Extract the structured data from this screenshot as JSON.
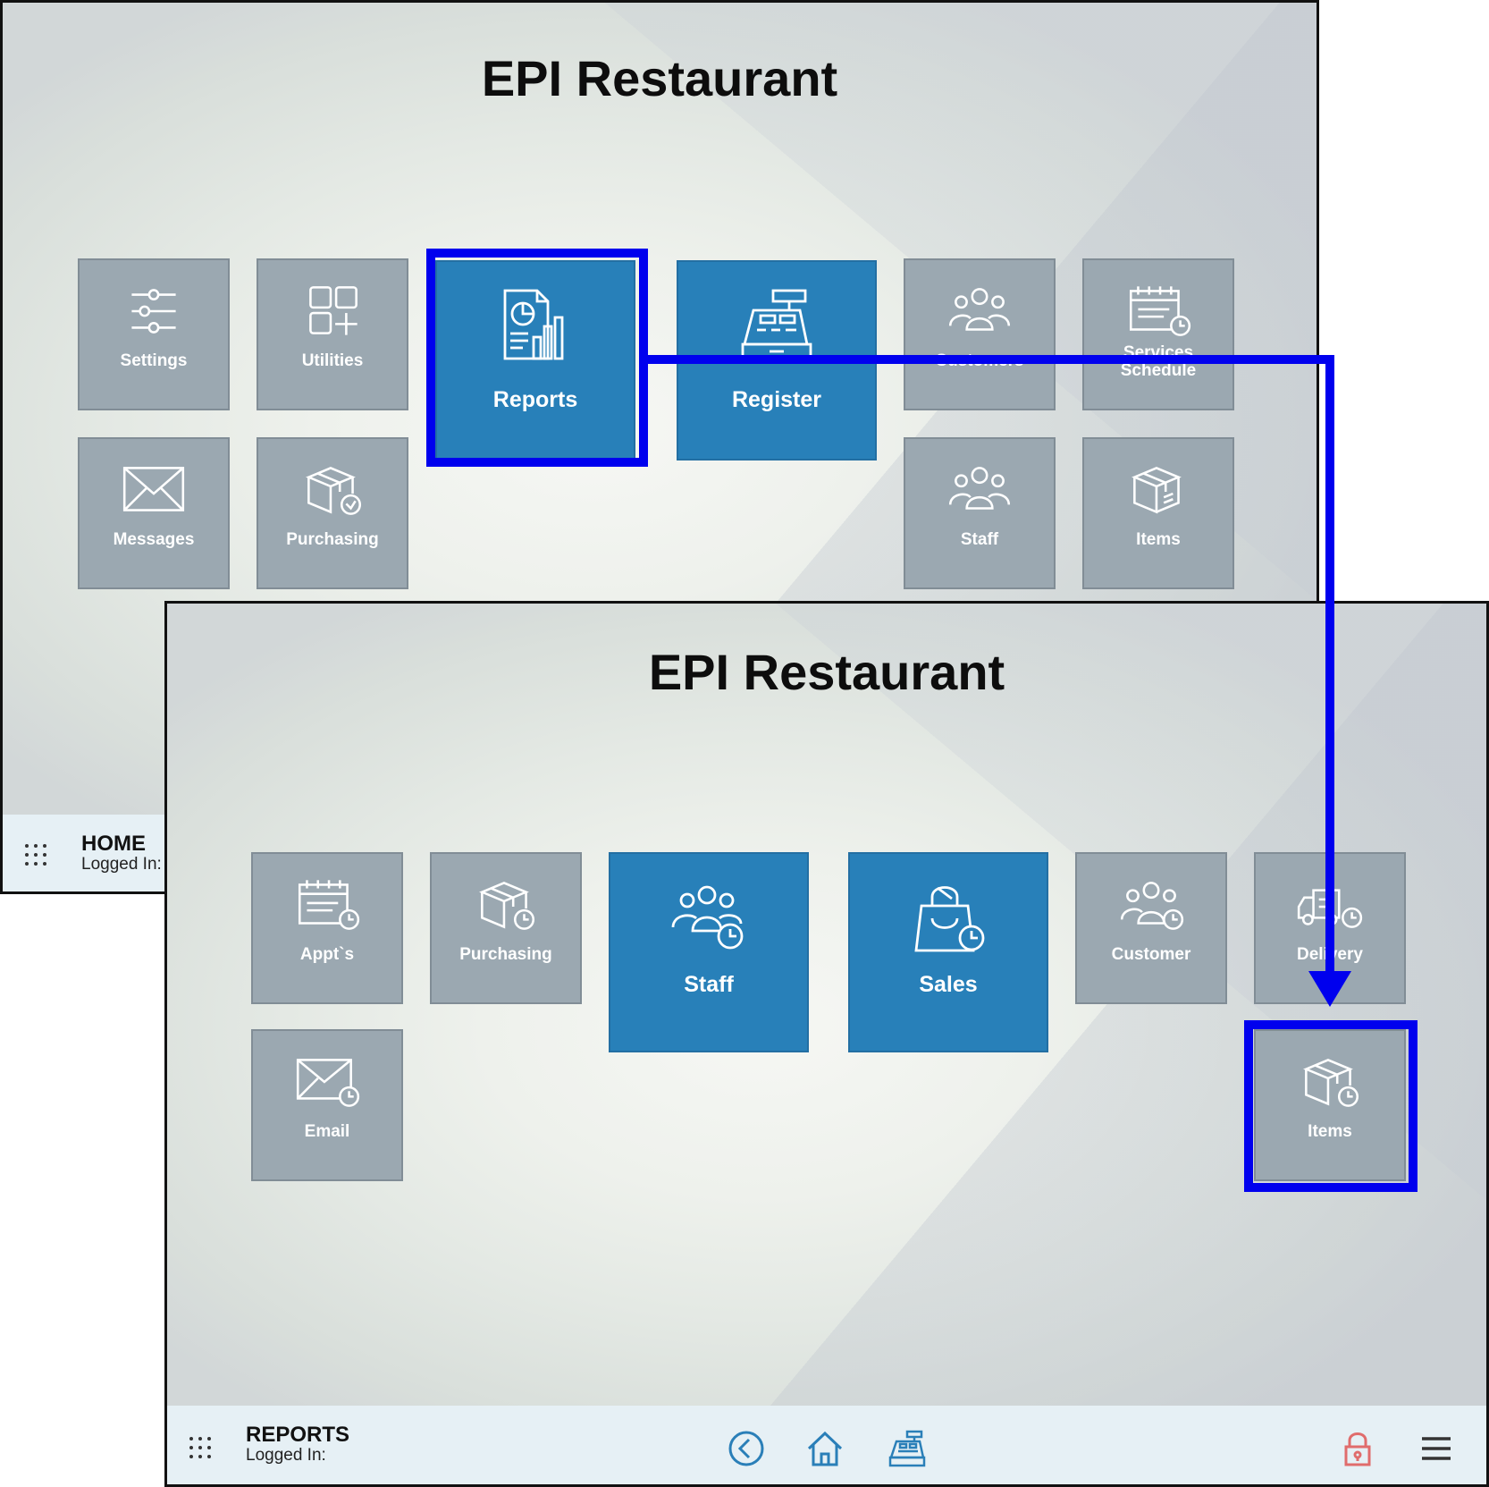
{
  "home": {
    "title": "EPI Restaurant",
    "tiles": {
      "settings": "Settings",
      "utilities": "Utilities",
      "reports": "Reports",
      "register": "Register",
      "customers": "Customers",
      "service_schedule": "Services Schedule",
      "messages": "Messages",
      "purchasing": "Purchasing",
      "staff": "Staff",
      "items": "Items"
    },
    "footer": {
      "location": "HOME",
      "logged_in": "Logged In:"
    }
  },
  "reports": {
    "title": "EPI Restaurant",
    "tiles": {
      "appts": "Appt`s",
      "purchasing": "Purchasing",
      "staff": "Staff",
      "sales": "Sales",
      "customer": "Customer",
      "delivery": "Delivery",
      "email": "Email",
      "items": "Items"
    },
    "footer": {
      "location": "REPORTS",
      "logged_in": "Logged In:"
    }
  },
  "colors": {
    "tile_gray": "#9ba8b1",
    "tile_blue": "#2880b9",
    "highlight": "#0000ee",
    "footer_bg": "#e6f0f5",
    "lock_icon": "#e06c6c"
  },
  "icons": [
    "sliders-icon",
    "apps-plus-icon",
    "report-chart-icon",
    "cash-register-icon",
    "group-icon",
    "calendar-clock-icon",
    "envelope-icon",
    "box-clock-icon",
    "box-list-icon",
    "truck-clock-icon",
    "bag-clock-icon",
    "back-arrow-icon",
    "home-icon",
    "lock-icon",
    "hamburger-icon",
    "grid-dots-icon"
  ]
}
